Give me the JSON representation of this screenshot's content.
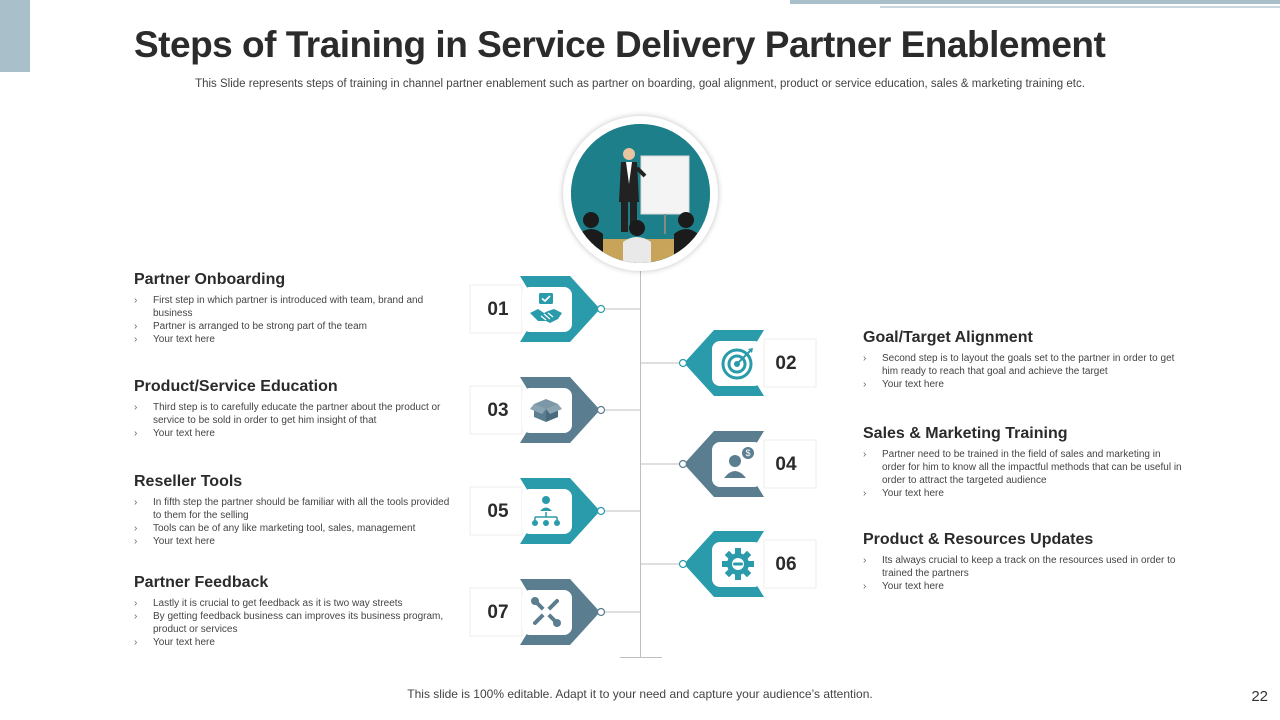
{
  "slide": {
    "title": "Steps of Training in Service Delivery Partner Enablement",
    "subtitle": "This Slide represents steps of training in channel partner enablement such as partner on boarding, goal alignment, product or service education, sales & marketing training etc.",
    "footer": "This slide is 100% editable. Adapt it to your need and capture your audience’s attention.",
    "page_number": "22"
  },
  "colors": {
    "teal": "#2a9bab",
    "slate": "#5a7d8f",
    "accent_bar": "#a9bfca"
  },
  "steps": [
    {
      "number": "01",
      "icon": "handshake-icon",
      "color": "teal"
    },
    {
      "number": "02",
      "icon": "target-icon",
      "color": "teal"
    },
    {
      "number": "03",
      "icon": "box-icon",
      "color": "slate"
    },
    {
      "number": "04",
      "icon": "person-dollar-icon",
      "color": "slate"
    },
    {
      "number": "05",
      "icon": "network-icon",
      "color": "teal"
    },
    {
      "number": "06",
      "icon": "gear-icon",
      "color": "teal"
    },
    {
      "number": "07",
      "icon": "tools-icon",
      "color": "slate"
    }
  ],
  "left_blocks": [
    {
      "title": "Partner Onboarding",
      "bullets": [
        "First step in which partner is introduced with team, brand and business",
        "Partner is arranged to be strong part of the team",
        "Your text here"
      ]
    },
    {
      "title": "Product/Service Education",
      "bullets": [
        "Third step is to carefully educate the partner about the product or service to be sold in order to get him insight of that",
        "Your text here"
      ]
    },
    {
      "title": "Reseller Tools",
      "bullets": [
        "In fifth step the partner should be familiar with all the tools provided to them for the selling",
        "Tools can be of any like marketing tool, sales, management",
        "Your text here"
      ]
    },
    {
      "title": "Partner Feedback",
      "bullets": [
        "Lastly it is crucial to get feedback as it is two way streets",
        "By getting feedback business can improves its business program, product or services",
        "Your text here"
      ]
    }
  ],
  "right_blocks": [
    {
      "title": "Goal/Target Alignment",
      "bullets": [
        "Second step is to layout the goals set to the partner in order to get him ready to reach that goal and achieve the target",
        "Your text here"
      ]
    },
    {
      "title": "Sales & Marketing Training",
      "bullets": [
        "Partner need to be trained in the field of sales and marketing in order for him to know all the impactful methods that can be useful in order to attract the targeted audience",
        "Your text here"
      ]
    },
    {
      "title": "Product & Resources Updates",
      "bullets": [
        "Its always crucial to keep a track on the resources used in order to trained the partners",
        "Your text here"
      ]
    }
  ]
}
